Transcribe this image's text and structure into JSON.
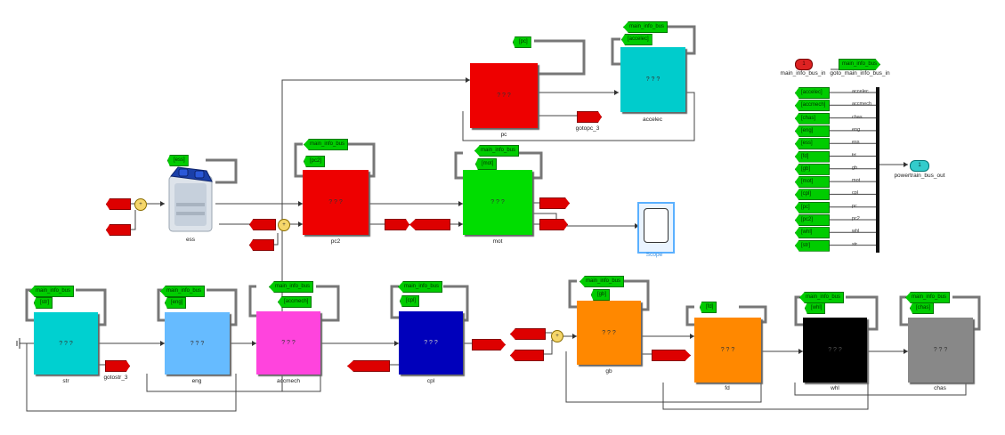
{
  "top_blocks": {
    "pc": {
      "name": "pc",
      "text": "? ? ?",
      "color": "#ee0000"
    },
    "accelec": {
      "name": "accelec",
      "text": "? ? ?",
      "color": "#00cccc"
    },
    "ess": {
      "name": "ess"
    },
    "pc2": {
      "name": "pc2",
      "text": "? ? ?",
      "color": "#ee0000"
    },
    "mot": {
      "name": "mot",
      "text": "? ? ?",
      "color": "#00dd00"
    },
    "scope": {
      "name": "Scope"
    }
  },
  "bottom_blocks": {
    "str": {
      "name": "str",
      "text": "? ? ?",
      "color": "#00d0d0"
    },
    "eng": {
      "name": "eng",
      "text": "? ? ?",
      "color": "#66bbff"
    },
    "accmech": {
      "name": "accmech",
      "text": "? ? ?",
      "color": "#ff44dd"
    },
    "cpl": {
      "name": "cpl",
      "text": "? ? ?",
      "color": "#0000bb"
    },
    "gb": {
      "name": "gb",
      "text": "? ? ?",
      "color": "#ff8800"
    },
    "fd": {
      "name": "fd",
      "text": "? ? ?",
      "color": "#ff8800"
    },
    "whl": {
      "name": "whl",
      "text": "? ? ?",
      "color": "#000000"
    },
    "chas": {
      "name": "chas",
      "text": "? ? ?",
      "color": "#888888"
    }
  },
  "labels": {
    "gotopc_3": "gotopc_3",
    "gotostr_3": "gotostr_3",
    "main_info_bus_in": "main_info_bus_in",
    "goto_main_info_bus_in": "goto_main_info_bus_in",
    "powertrain_bus_out": "powertrain_bus_out"
  },
  "tags": {
    "main_info_bus": "main_info_bus",
    "main_info_bus_out": "main_info_bus",
    "pc": "[pc]",
    "accelec": "[accelec]",
    "ess": "[ess]",
    "pc2": "[pc2]",
    "mot": "[mot]",
    "str": "[str]",
    "eng": "[eng]",
    "accmech": "[accmech]",
    "cpl": "[cpl]",
    "gb": "[gb]",
    "fd": "[fd]",
    "whl": "[whl]",
    "chas": "[chas]"
  },
  "bus_creator": {
    "inputs": [
      {
        "tag": "[accelec]",
        "signal": "accelec"
      },
      {
        "tag": "[accmech]",
        "signal": "accmech"
      },
      {
        "tag": "[chas]",
        "signal": "chas"
      },
      {
        "tag": "[eng]",
        "signal": "eng"
      },
      {
        "tag": "[ess]",
        "signal": "ess"
      },
      {
        "tag": "[fd]",
        "signal": "fd"
      },
      {
        "tag": "[gb]",
        "signal": "gb"
      },
      {
        "tag": "[mot]",
        "signal": "mot"
      },
      {
        "tag": "[cpl]",
        "signal": "cpl"
      },
      {
        "tag": "[pc]",
        "signal": "pc"
      },
      {
        "tag": "[pc2]",
        "signal": "pc2"
      },
      {
        "tag": "[whl]",
        "signal": "whl"
      },
      {
        "tag": "[str]",
        "signal": "str"
      }
    ]
  },
  "ports": {
    "in_num": "1",
    "out_num": "1"
  },
  "colors": {
    "goto_green": "#00cc00",
    "from_red": "#dd0000",
    "scope_blue": "#5ab0ff"
  }
}
